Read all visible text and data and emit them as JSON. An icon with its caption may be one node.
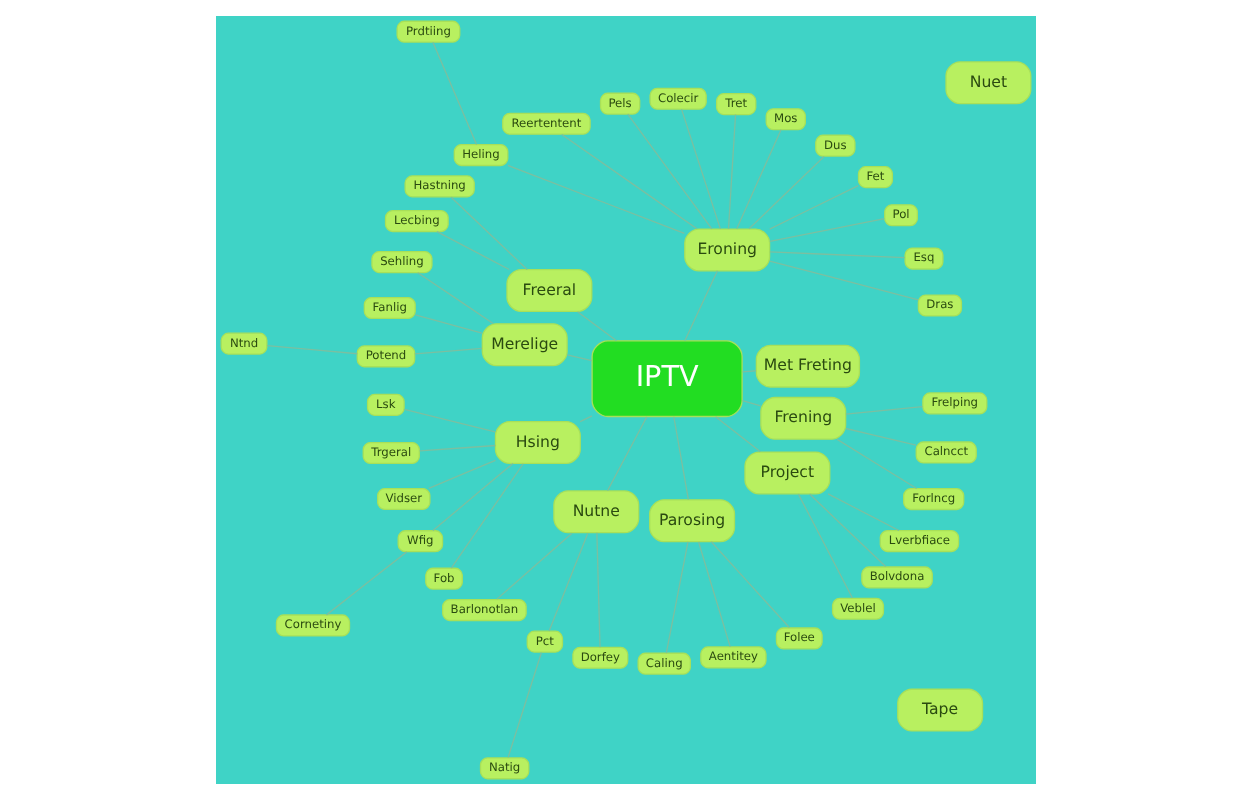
{
  "diagram": {
    "nodes": [
      {
        "text": [
          "IPTV"
        ]
      },
      {
        "text": [
          "Met Freting"
        ]
      },
      {
        "text": [
          "Tape"
        ]
      },
      {
        "text": [
          "Nuet"
        ]
      },
      {
        "text": [
          "Eroning"
        ]
      },
      {
        "text": [
          "Dras"
        ]
      },
      {
        "text": [
          "Esq"
        ]
      },
      {
        "text": [
          "Pol"
        ]
      },
      {
        "text": [
          "Fet"
        ]
      },
      {
        "text": [
          "Dus"
        ]
      },
      {
        "text": [
          "Mos"
        ]
      },
      {
        "text": [
          "Tret"
        ]
      },
      {
        "text": [
          "Colecir"
        ]
      },
      {
        "text": [
          "Pels"
        ]
      },
      {
        "text": [
          "Reertentent"
        ]
      },
      {
        "text": [
          "Heling"
        ]
      },
      {
        "text": [
          "Prdtiing"
        ]
      },
      {
        "text": [
          "Freeral"
        ]
      },
      {
        "text": [
          "Hastning"
        ]
      },
      {
        "text": [
          "Lecbing"
        ]
      },
      {
        "text": [
          "Merelige"
        ]
      },
      {
        "text": [
          "Sehling"
        ]
      },
      {
        "text": [
          "Fanlig"
        ]
      },
      {
        "text": [
          "Potend"
        ]
      },
      {
        "text": [
          "Ntnd"
        ]
      },
      {
        "text": [
          "Hsing"
        ]
      },
      {
        "text": [
          "Lsk"
        ]
      },
      {
        "text": [
          "Trgeral"
        ]
      },
      {
        "text": [
          "Vidser"
        ]
      },
      {
        "text": [
          "Wfig"
        ]
      },
      {
        "text": [
          "Fob"
        ]
      },
      {
        "text": [
          "Cornetiny"
        ]
      },
      {
        "text": [
          "Nutne"
        ]
      },
      {
        "text": [
          "Barlonotlan"
        ]
      },
      {
        "text": [
          "Pct"
        ]
      },
      {
        "text": [
          "Dorfey"
        ]
      },
      {
        "text": [
          "Natig"
        ]
      },
      {
        "text": [
          "Parosing"
        ]
      },
      {
        "text": [
          "Caling"
        ]
      },
      {
        "text": [
          "Aentitey"
        ]
      },
      {
        "text": [
          "Folee"
        ]
      },
      {
        "text": [
          "Project"
        ]
      },
      {
        "text": [
          "Veblel"
        ]
      },
      {
        "text": [
          "Bolvdona"
        ]
      },
      {
        "text": [
          "Lverbfiace"
        ]
      },
      {
        "text": [
          "Frening"
        ]
      },
      {
        "text": [
          "Forlncg"
        ]
      },
      {
        "text": [
          "Calncct"
        ]
      },
      {
        "text": [
          "Frelping"
        ]
      }
    ],
    "edges": [
      {
        "from": 0,
        "to": 1,
        "arrow": "none"
      },
      {
        "from": 0,
        "to": 4,
        "arrow": "none"
      },
      {
        "from": 4,
        "to": 5,
        "arrow": "none"
      },
      {
        "from": 4,
        "to": 6,
        "arrow": "none"
      },
      {
        "from": 4,
        "to": 7,
        "arrow": "none"
      },
      {
        "from": 4,
        "to": 8,
        "arrow": "none"
      },
      {
        "from": 4,
        "to": 9,
        "arrow": "none"
      },
      {
        "from": 4,
        "to": 10,
        "arrow": "none"
      },
      {
        "from": 4,
        "to": 11,
        "arrow": "none"
      },
      {
        "from": 4,
        "to": 12,
        "arrow": "none"
      },
      {
        "from": 4,
        "to": 13,
        "arrow": "none"
      },
      {
        "from": 4,
        "to": 14,
        "arrow": "none"
      },
      {
        "from": 4,
        "to": 15,
        "arrow": "none"
      },
      {
        "from": 15,
        "to": 16,
        "arrow": "none"
      },
      {
        "from": 0,
        "to": 17,
        "arrow": "none"
      },
      {
        "from": 17,
        "to": 18,
        "arrow": "none"
      },
      {
        "from": 17,
        "to": 19,
        "arrow": "none"
      },
      {
        "from": 0,
        "to": 20,
        "arrow": "none"
      },
      {
        "from": 20,
        "to": 21,
        "arrow": "none"
      },
      {
        "from": 20,
        "to": 22,
        "arrow": "none"
      },
      {
        "from": 20,
        "to": 23,
        "arrow": "none"
      },
      {
        "from": 23,
        "to": 24,
        "arrow": "none"
      },
      {
        "from": 0,
        "to": 25,
        "arrow": "none"
      },
      {
        "from": 25,
        "to": 26,
        "arrow": "none"
      },
      {
        "from": 25,
        "to": 27,
        "arrow": "none"
      },
      {
        "from": 25,
        "to": 28,
        "arrow": "none"
      },
      {
        "from": 25,
        "to": 29,
        "arrow": "none"
      },
      {
        "from": 25,
        "to": 30,
        "arrow": "none"
      },
      {
        "from": 29,
        "to": 31,
        "arrow": "none"
      },
      {
        "from": 0,
        "to": 32,
        "arrow": "none"
      },
      {
        "from": 32,
        "to": 33,
        "arrow": "none"
      },
      {
        "from": 32,
        "to": 34,
        "arrow": "none"
      },
      {
        "from": 32,
        "to": 35,
        "arrow": "none"
      },
      {
        "from": 34,
        "to": 36,
        "arrow": "none"
      },
      {
        "from": 0,
        "to": 37,
        "arrow": "none"
      },
      {
        "from": 37,
        "to": 38,
        "arrow": "none"
      },
      {
        "from": 37,
        "to": 39,
        "arrow": "none"
      },
      {
        "from": 37,
        "to": 40,
        "arrow": "none"
      },
      {
        "from": 0,
        "to": 41,
        "arrow": "none"
      },
      {
        "from": 41,
        "to": 42,
        "arrow": "none"
      },
      {
        "from": 41,
        "to": 43,
        "arrow": "none"
      },
      {
        "from": 41,
        "to": 44,
        "arrow": "none"
      },
      {
        "from": 0,
        "to": 45,
        "arrow": "none"
      },
      {
        "from": 45,
        "to": 46,
        "arrow": "none"
      },
      {
        "from": 45,
        "to": 47,
        "arrow": "none"
      },
      {
        "from": 45,
        "to": 48,
        "arrow": "none"
      }
    ]
  }
}
